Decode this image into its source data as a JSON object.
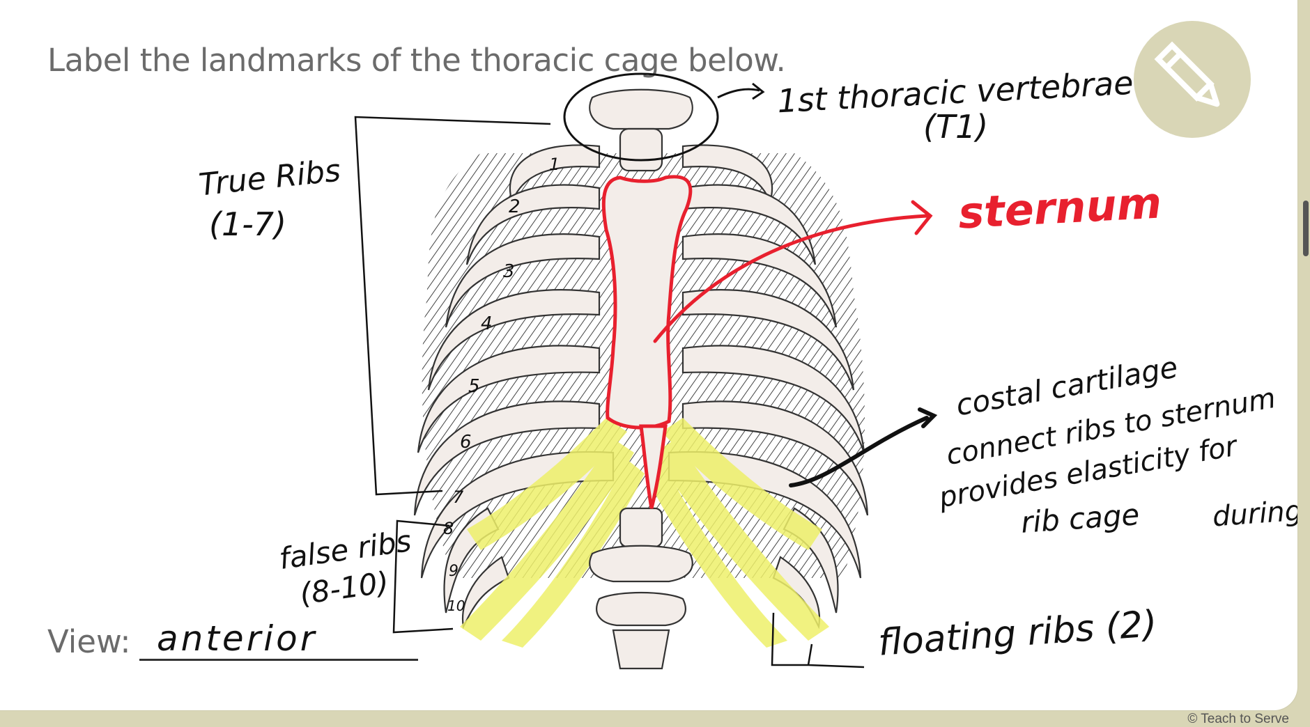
{
  "worksheet": {
    "title": "Label the landmarks of the thoracic cage  below.",
    "view_label": "View:",
    "view_answer": "anterior",
    "copyright": "© Teach to Serve"
  },
  "annotations": {
    "vertebrae_line1": "1st thoracic vertebrae",
    "vertebrae_line2": "(T1)",
    "true_ribs_line1": "True Ribs",
    "true_ribs_line2": "(1-7)",
    "sternum": "sternum",
    "costal_line1": "costal cartilage",
    "costal_line2": "connect ribs to sternum",
    "costal_line3": "provides elasticity for",
    "costal_line4": "rib cage",
    "costal_line4b": "during",
    "false_ribs_line1": "false ribs",
    "false_ribs_line2": "(8-10)",
    "floating_ribs": "floating ribs (2)"
  },
  "rib_numbers": [
    "1",
    "2",
    "3",
    "4",
    "5",
    "6",
    "7",
    "8",
    "9",
    "10"
  ],
  "colors": {
    "sternum_outline": "#e8202e",
    "cartilage_highlight": "#eef06a",
    "bone": "#f3ede9",
    "bone_outline": "#333333",
    "pencil_circle": "#d9d6b6"
  },
  "icons": {
    "edit": "pencil-icon"
  }
}
